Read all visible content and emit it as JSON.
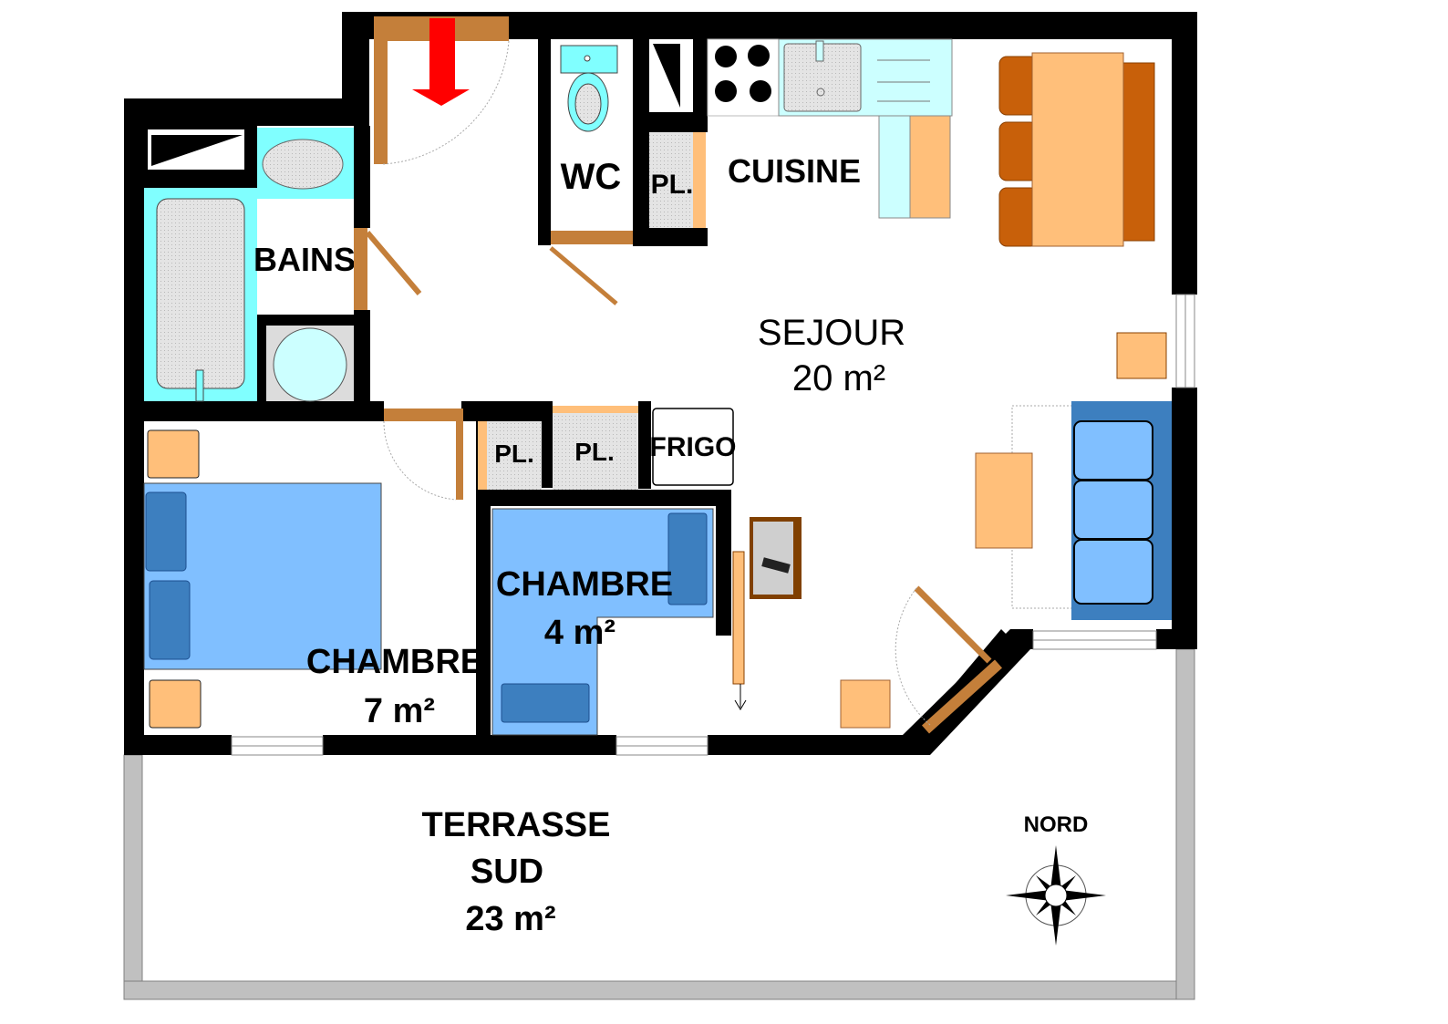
{
  "plan": {
    "colors": {
      "wall": "#000000",
      "door": "#c47f3a",
      "furniture_light": "#ffbf7a",
      "furniture_dark": "#c8600a",
      "bed_blue": "#80bfff",
      "bed_dark_blue": "#3d7fbf",
      "sanitary_cyan": "#80ffff",
      "sanitary_light": "#ccffff",
      "tile_grey": "#dcdcdc",
      "terrace_rail": "#c0c0c0",
      "entry_arrow": "#ff0000"
    },
    "rooms": {
      "bains": {
        "label": "BAINS"
      },
      "wc": {
        "label": "WC"
      },
      "cuisine": {
        "label": "CUISINE"
      },
      "sejour": {
        "label": "SEJOUR",
        "area": "20  m²"
      },
      "chambre1": {
        "label": "CHAMBRE",
        "area": "7 m²"
      },
      "chambre2": {
        "label": "CHAMBRE",
        "area": "4 m²"
      },
      "terrasse": {
        "label": "TERRASSE",
        "label2": "SUD",
        "area": "23  m²"
      }
    },
    "storage": {
      "pl_kitchen": "PL.",
      "pl_hall_1": "PL.",
      "pl_hall_2": "PL.",
      "frigo": "FRIGO"
    },
    "compass": {
      "label": "NORD"
    }
  }
}
